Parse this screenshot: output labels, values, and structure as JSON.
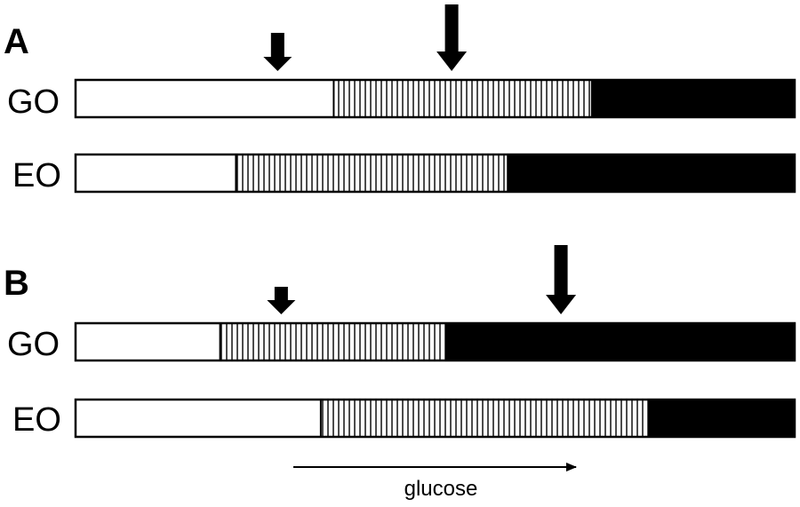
{
  "panels": [
    {
      "letter": "A",
      "bars": [
        {
          "label": "GO",
          "segments": [
            {
              "fill": "white",
              "start": 0,
              "end": 0.359
            },
            {
              "fill": "striped",
              "start": 0.359,
              "end": 0.718
            },
            {
              "fill": "black",
              "start": 0.718,
              "end": 1
            }
          ]
        },
        {
          "label": "EO",
          "segments": [
            {
              "fill": "white",
              "start": 0,
              "end": 0.223
            },
            {
              "fill": "striped",
              "start": 0.223,
              "end": 0.601
            },
            {
              "fill": "black",
              "start": 0.601,
              "end": 1
            }
          ]
        }
      ],
      "arrows": [
        {
          "position": 0.281,
          "size": "small"
        },
        {
          "position": 0.523,
          "size": "large"
        }
      ]
    },
    {
      "letter": "B",
      "bars": [
        {
          "label": "GO",
          "segments": [
            {
              "fill": "white",
              "start": 0,
              "end": 0.201
            },
            {
              "fill": "striped",
              "start": 0.201,
              "end": 0.516
            },
            {
              "fill": "black",
              "start": 0.516,
              "end": 1
            }
          ]
        },
        {
          "label": "EO",
          "segments": [
            {
              "fill": "white",
              "start": 0,
              "end": 0.341
            },
            {
              "fill": "striped",
              "start": 0.341,
              "end": 0.797
            },
            {
              "fill": "black",
              "start": 0.797,
              "end": 1
            }
          ]
        }
      ],
      "arrows": [
        {
          "position": 0.286,
          "size": "small"
        },
        {
          "position": 0.675,
          "size": "large"
        }
      ]
    }
  ],
  "axis": {
    "label": "glucose",
    "direction": "increasing-right"
  },
  "colors": {
    "ink": "#000000",
    "paper": "#ffffff"
  }
}
